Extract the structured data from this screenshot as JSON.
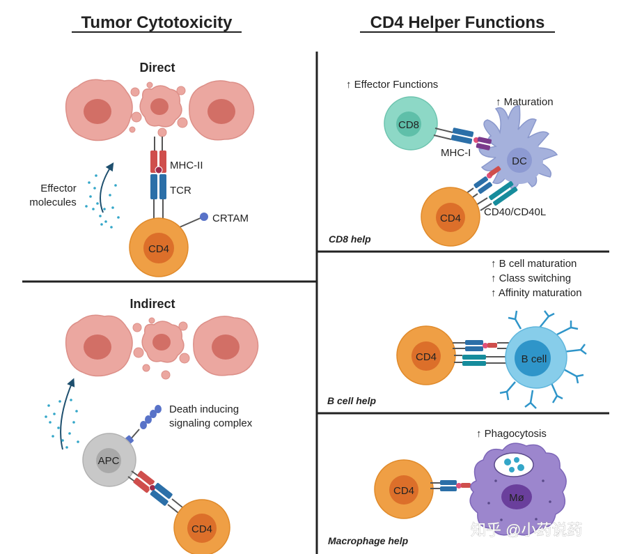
{
  "left": {
    "title": "Tumor Cytotoxicity",
    "direct": {
      "heading": "Direct",
      "mhc_label": "MHC-II",
      "tcr_label": "TCR",
      "crtam_label": "CRTAM",
      "effector_label_line1": "Effector",
      "effector_label_line2": "molecules",
      "cd4_label": "CD4"
    },
    "indirect": {
      "heading": "Indirect",
      "death_label_line1": "Death inducing",
      "death_label_line2": "signaling complex",
      "apc_label": "APC",
      "cd4_label": "CD4"
    }
  },
  "right": {
    "title": "CD4 Helper Functions",
    "cd8_help": {
      "effector_functions": "↑ Effector Functions",
      "maturation": "↑ Maturation",
      "cd8_label": "CD8",
      "mhc_label": "MHC-I",
      "dc_label": "DC",
      "cd4_label": "CD4",
      "cd40_label": "CD40/CD40L",
      "help_label": "CD8 help"
    },
    "b_cell_help": {
      "line1": "↑ B cell maturation",
      "line2": "↑ Class switching",
      "line3": "↑ Affinity maturation",
      "cd4_label": "CD4",
      "b_cell_label": "B cell",
      "help_label": "B cell help"
    },
    "macrophage_help": {
      "phago": "↑ Phagocytosis",
      "cd4_label": "CD4",
      "mo_label": "Mø",
      "help_label": "Macrophage help"
    }
  },
  "watermark": "知乎 @小药说药",
  "colors": {
    "tumor": "#eba7a0",
    "tumor_nucleus": "#d26f66",
    "cd4_outer": "#ef9f45",
    "cd4_inner": "#dc6f2a",
    "cd8_outer": "#8dd8c6",
    "cd8_inner": "#5fbfa9",
    "dc": "#a5b1dc",
    "b_cell_outer": "#87cdea",
    "b_cell_inner": "#2f95c9",
    "macrophage": "#9c86cd",
    "apc_outer": "#c8c8c8",
    "apc_inner": "#a9a9a9",
    "mhc": "#cf4e4c",
    "tcr": "#2b6fa8",
    "effector": "#33a6c8"
  }
}
